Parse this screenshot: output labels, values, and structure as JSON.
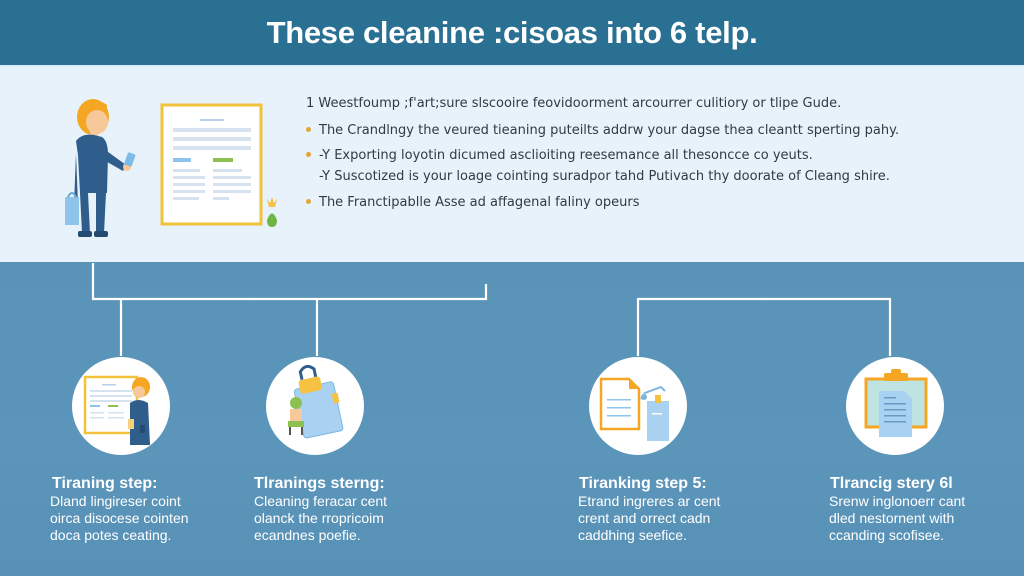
{
  "banner": {
    "title": "These cleanine :cisoas into 6 telp."
  },
  "intro": {
    "lines": [
      {
        "bullet": "none",
        "text": "1 Weestfoump ;f'art;sure slscooire feovidoorment arcourrer culitiory or tlipe Gude."
      },
      {
        "bullet": "dot",
        "text": "The Crandlngy the veured tieaning puteilts addrw your dagse thea cleantt sperting pahy."
      },
      {
        "bullet": "dot",
        "text": "-Y Exporting loyotin dicumed asclioiting reesemance all thesoncce co yeuts."
      },
      {
        "bullet": "none",
        "text": "-Y Suscotized is your loage cointing suradpor tahd Putivach thy doorate of Cleang shire."
      },
      {
        "bullet": "dot",
        "text": "The Franctipablle Asse ad affagenal faliny opeurs"
      }
    ],
    "bullet_color": "#e5a43a"
  },
  "hero": {
    "icons": [
      "person-with-phone-icon",
      "shopping-bag-icon",
      "document-icon",
      "plant-icon"
    ]
  },
  "steps": [
    {
      "icon": "document-person-icon",
      "title": "Tiraning step:",
      "desc": [
        "Dland lingireser coint",
        "oirca disocese cointen",
        "doca potes ceating."
      ]
    },
    {
      "icon": "bag-lock-icon",
      "title": "Tlranings sterng:",
      "desc": [
        "Cleaning feracar cent",
        "olanck the rropricoim",
        "ecandnes poefie."
      ]
    },
    {
      "icon": "document-tools-icon",
      "title": "Tiranking step 5:",
      "desc": [
        "Etrand ingreres ar cent",
        "crent and orrect cadn",
        "caddhing seefice."
      ]
    },
    {
      "icon": "clipboard-icon",
      "title": "Tlrancig stery 6l",
      "desc": [
        "Srenw inglonoerr cant",
        "dled nestornent with",
        "ccanding scofisee."
      ]
    }
  ],
  "colors": {
    "banner": "#2a7093",
    "intro_bg": "#e7f2fb",
    "bottom_bg": "#5a93b8",
    "accent_yellow": "#f2c23a",
    "accent_orange": "#f5a623",
    "text_dark": "#333a40"
  }
}
